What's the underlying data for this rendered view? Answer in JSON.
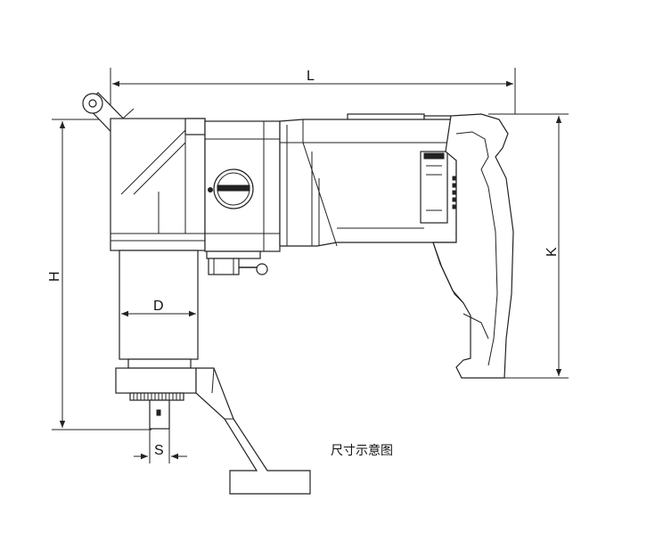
{
  "dimensions": {
    "L": "L",
    "H": "H",
    "K": "K",
    "D": "D",
    "S": "S"
  },
  "caption": "尺寸示意图"
}
